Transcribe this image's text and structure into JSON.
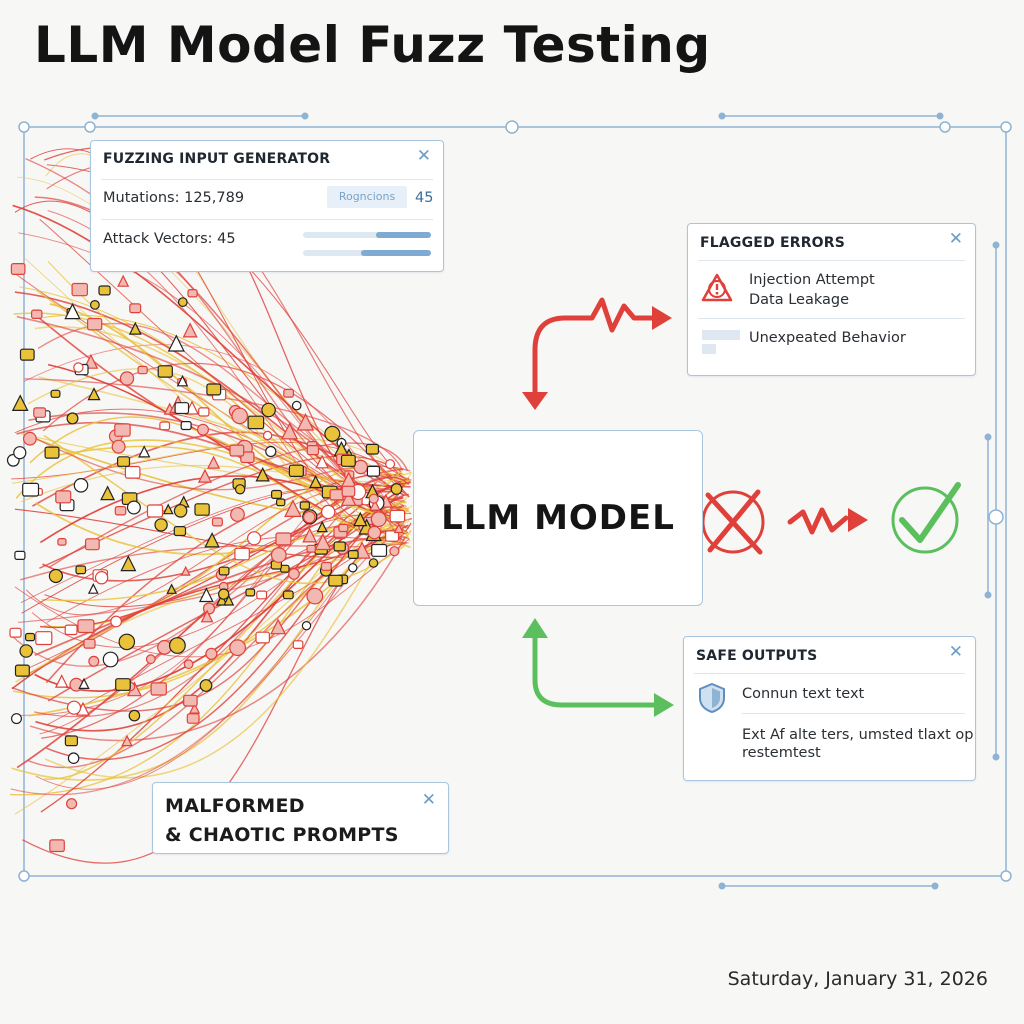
{
  "title": "LLM Model Fuzz Testing",
  "generator": {
    "heading": "FUZZING INPUT GENERATOR",
    "mutations_label": "Mutations: 125,789",
    "field_text": "Rogncions",
    "field_value": "45",
    "attack_vectors_label": "Attack Vectors: 45",
    "close": "✕"
  },
  "flagged": {
    "heading": "FLAGGED ERRORS",
    "item1_line1": "Injection Attempt",
    "item1_line2": "Data Leakage",
    "item2": "Unexpeated Behavior",
    "close": "✕"
  },
  "model": {
    "label": "LLM MODEL"
  },
  "safe": {
    "heading": "SAFE OUTPUTS",
    "item1": "Connun text text",
    "item2_line1": "Ext Af alte ters, umsted tlaxt op",
    "item2_line2": "restemtest",
    "close": "✕"
  },
  "chaos": {
    "line1": "MALFORMED",
    "line2": "& CHAOTIC PROMPTS",
    "close": "✕"
  },
  "date": "Saturday, January 31, 2026",
  "colors": {
    "error_red": "#e0403a",
    "safe_green": "#5cbf5e",
    "frame_blue": "#8fb3d3",
    "chaos_yellow": "#e9c23a"
  }
}
